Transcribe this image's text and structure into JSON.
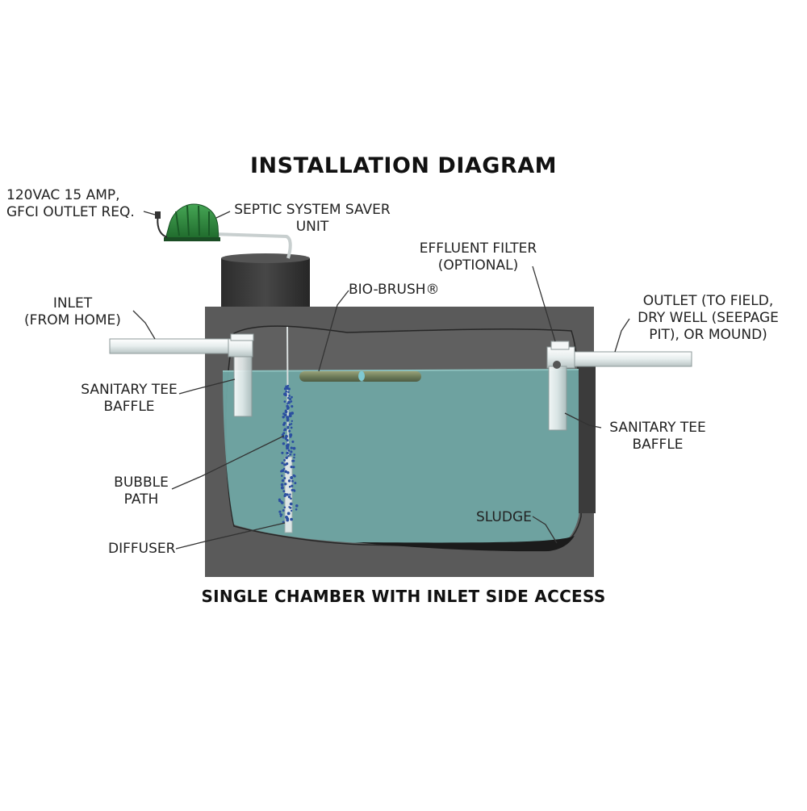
{
  "title": "INSTALLATION DIAGRAM",
  "subtitle": "SINGLE CHAMBER WITH INLET SIDE ACCESS",
  "labels": {
    "power": [
      "120VAC 15 AMP,",
      "GFCI OUTLET REQ."
    ],
    "unit": [
      "SEPTIC SYSTEM SAVER",
      "UNIT"
    ],
    "effluent_filter": [
      "EFFLUENT FILTER",
      "(OPTIONAL)"
    ],
    "bio_brush": "BIO-BRUSH®",
    "inlet": [
      "INLET",
      "(FROM HOME)"
    ],
    "outlet": [
      "OUTLET (TO FIELD,",
      "DRY WELL (SEEPAGE",
      "PIT), OR MOUND)"
    ],
    "tee_left": [
      "SANITARY TEE",
      "BAFFLE"
    ],
    "tee_right": [
      "SANITARY TEE",
      "BAFFLE"
    ],
    "bubble_path": [
      "BUBBLE",
      "PATH"
    ],
    "sludge": "SLUDGE",
    "diffuser": "DIFFUSER"
  },
  "colors": {
    "tank": "#5a5a5a",
    "water": "#6fa5a3",
    "pipe": "#e8eeee",
    "riser": "#3a3a3a",
    "unit": "#2f8a3e",
    "sludge": "#1b1b1b",
    "bubble": "#2b4fa0"
  }
}
